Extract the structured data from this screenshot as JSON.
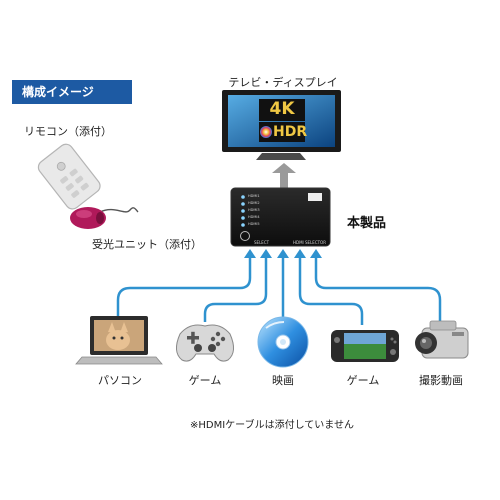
{
  "header_badge": "構成イメージ",
  "tv_label": "テレビ・ディスプレイ",
  "tv_logo": {
    "top": "4K",
    "bottom": "HDR"
  },
  "remote_label": "リモコン（添付）",
  "receiver_label": "受光ユニット（添付）",
  "product_label": "本製品",
  "selector": {
    "ports": [
      "HDMI1",
      "HDMI2",
      "HDMI3",
      "HDMI4",
      "HDMI5"
    ],
    "select_text": "SELECT",
    "model_text": "HDMI SELECTOR"
  },
  "devices": [
    {
      "name": "パソコン",
      "icon": "laptop-icon"
    },
    {
      "name": "ゲーム",
      "icon": "gamepad-icon"
    },
    {
      "name": "映画",
      "icon": "disc-icon"
    },
    {
      "name": "ゲーム",
      "icon": "handheld-console-icon"
    },
    {
      "name": "撮影動画",
      "icon": "camcorder-icon"
    }
  ],
  "footnote": "※HDMIケーブルは添付していません",
  "colors": {
    "cable": "#2f92cf",
    "badge": "#1d5aa3",
    "arrow": "#9a9a9a"
  }
}
